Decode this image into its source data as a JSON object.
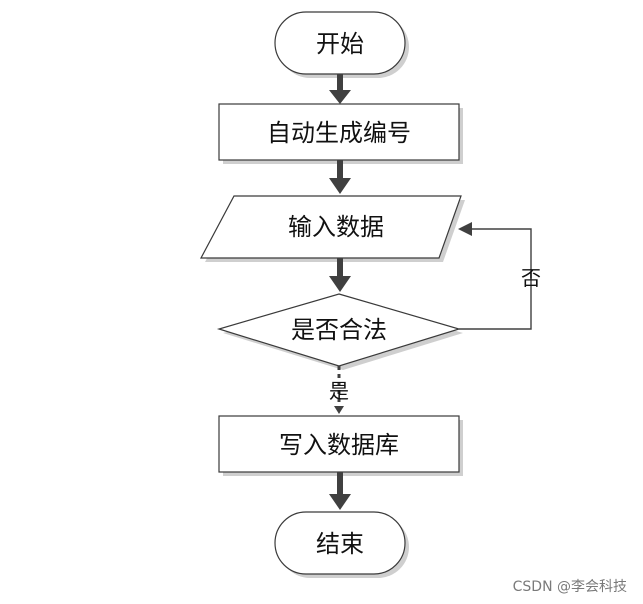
{
  "flowchart": {
    "nodes": {
      "start": "开始",
      "auto_number": "自动生成编号",
      "input_data": "输入数据",
      "is_valid": "是否合法",
      "write_db": "写入数据库",
      "end": "结束"
    },
    "edge_labels": {
      "yes": "是",
      "no": "否"
    }
  },
  "watermark": "CSDN @李会科技",
  "colors": {
    "stroke": "#3a3a3a",
    "arrow": "#404040",
    "text": "#111111",
    "shadow": "#cfcfcf"
  }
}
